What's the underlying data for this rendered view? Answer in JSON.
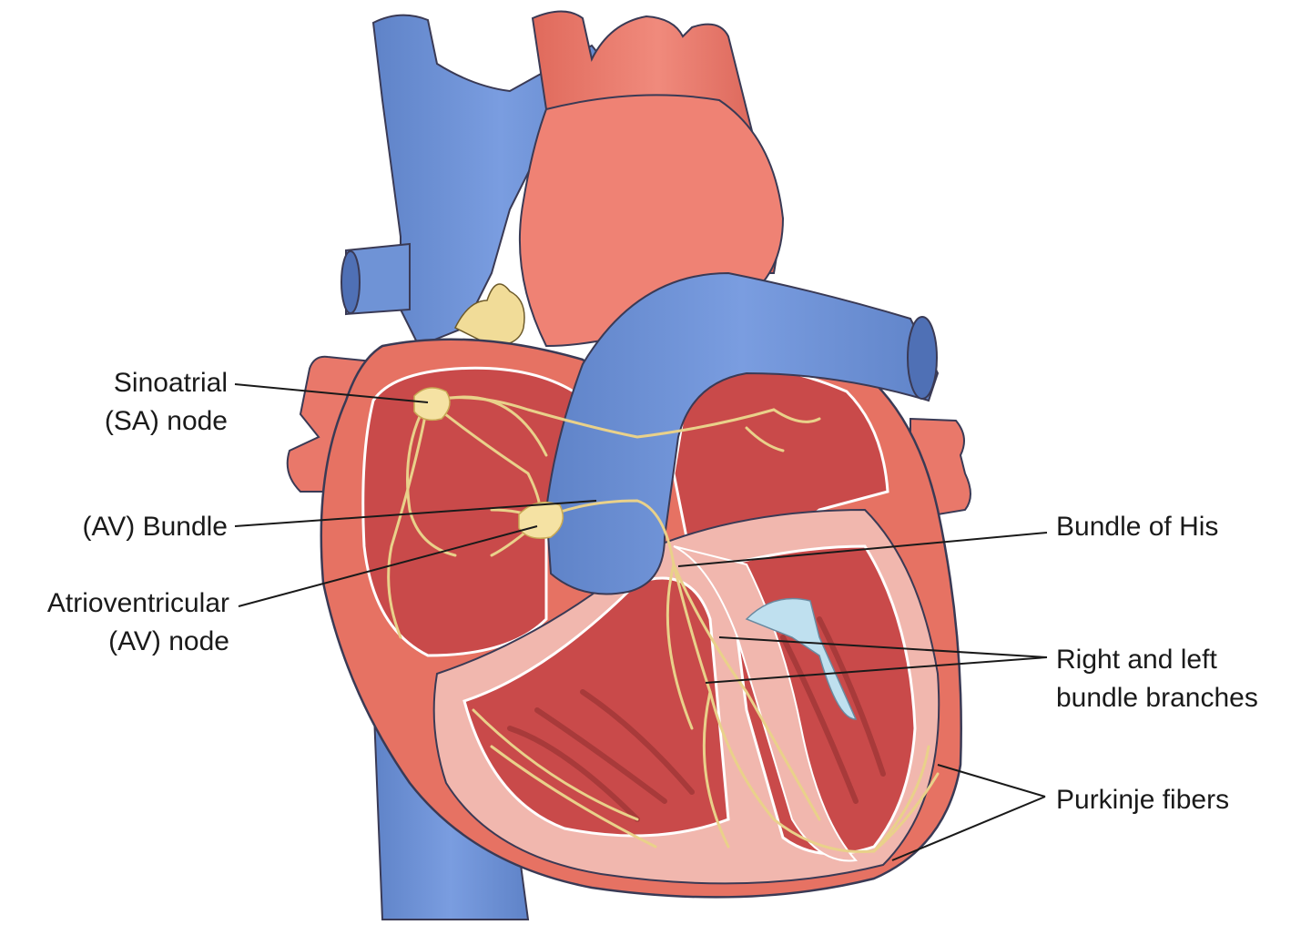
{
  "labels": {
    "sa_node": [
      "Sinoatrial",
      "(SA) node"
    ],
    "av_bundle": [
      "(AV) Bundle"
    ],
    "av_node": [
      "Atrioventricular",
      "(AV) node"
    ],
    "bundle_of_his": [
      "Bundle of His"
    ],
    "bundle_branches": [
      "Right and left",
      "bundle branches"
    ],
    "purkinje": [
      "Purkinje fibers"
    ]
  },
  "colors": {
    "vein_blue": "#6f93d6",
    "artery_red": "#e9786a",
    "chamber_red": "#c94a4a",
    "myocardium_pink": "#f1b7ae",
    "conduction_yellow": "#e9d18a",
    "fat_yellow": "#f1dc98",
    "valve_blue": "#bfe0ef"
  }
}
